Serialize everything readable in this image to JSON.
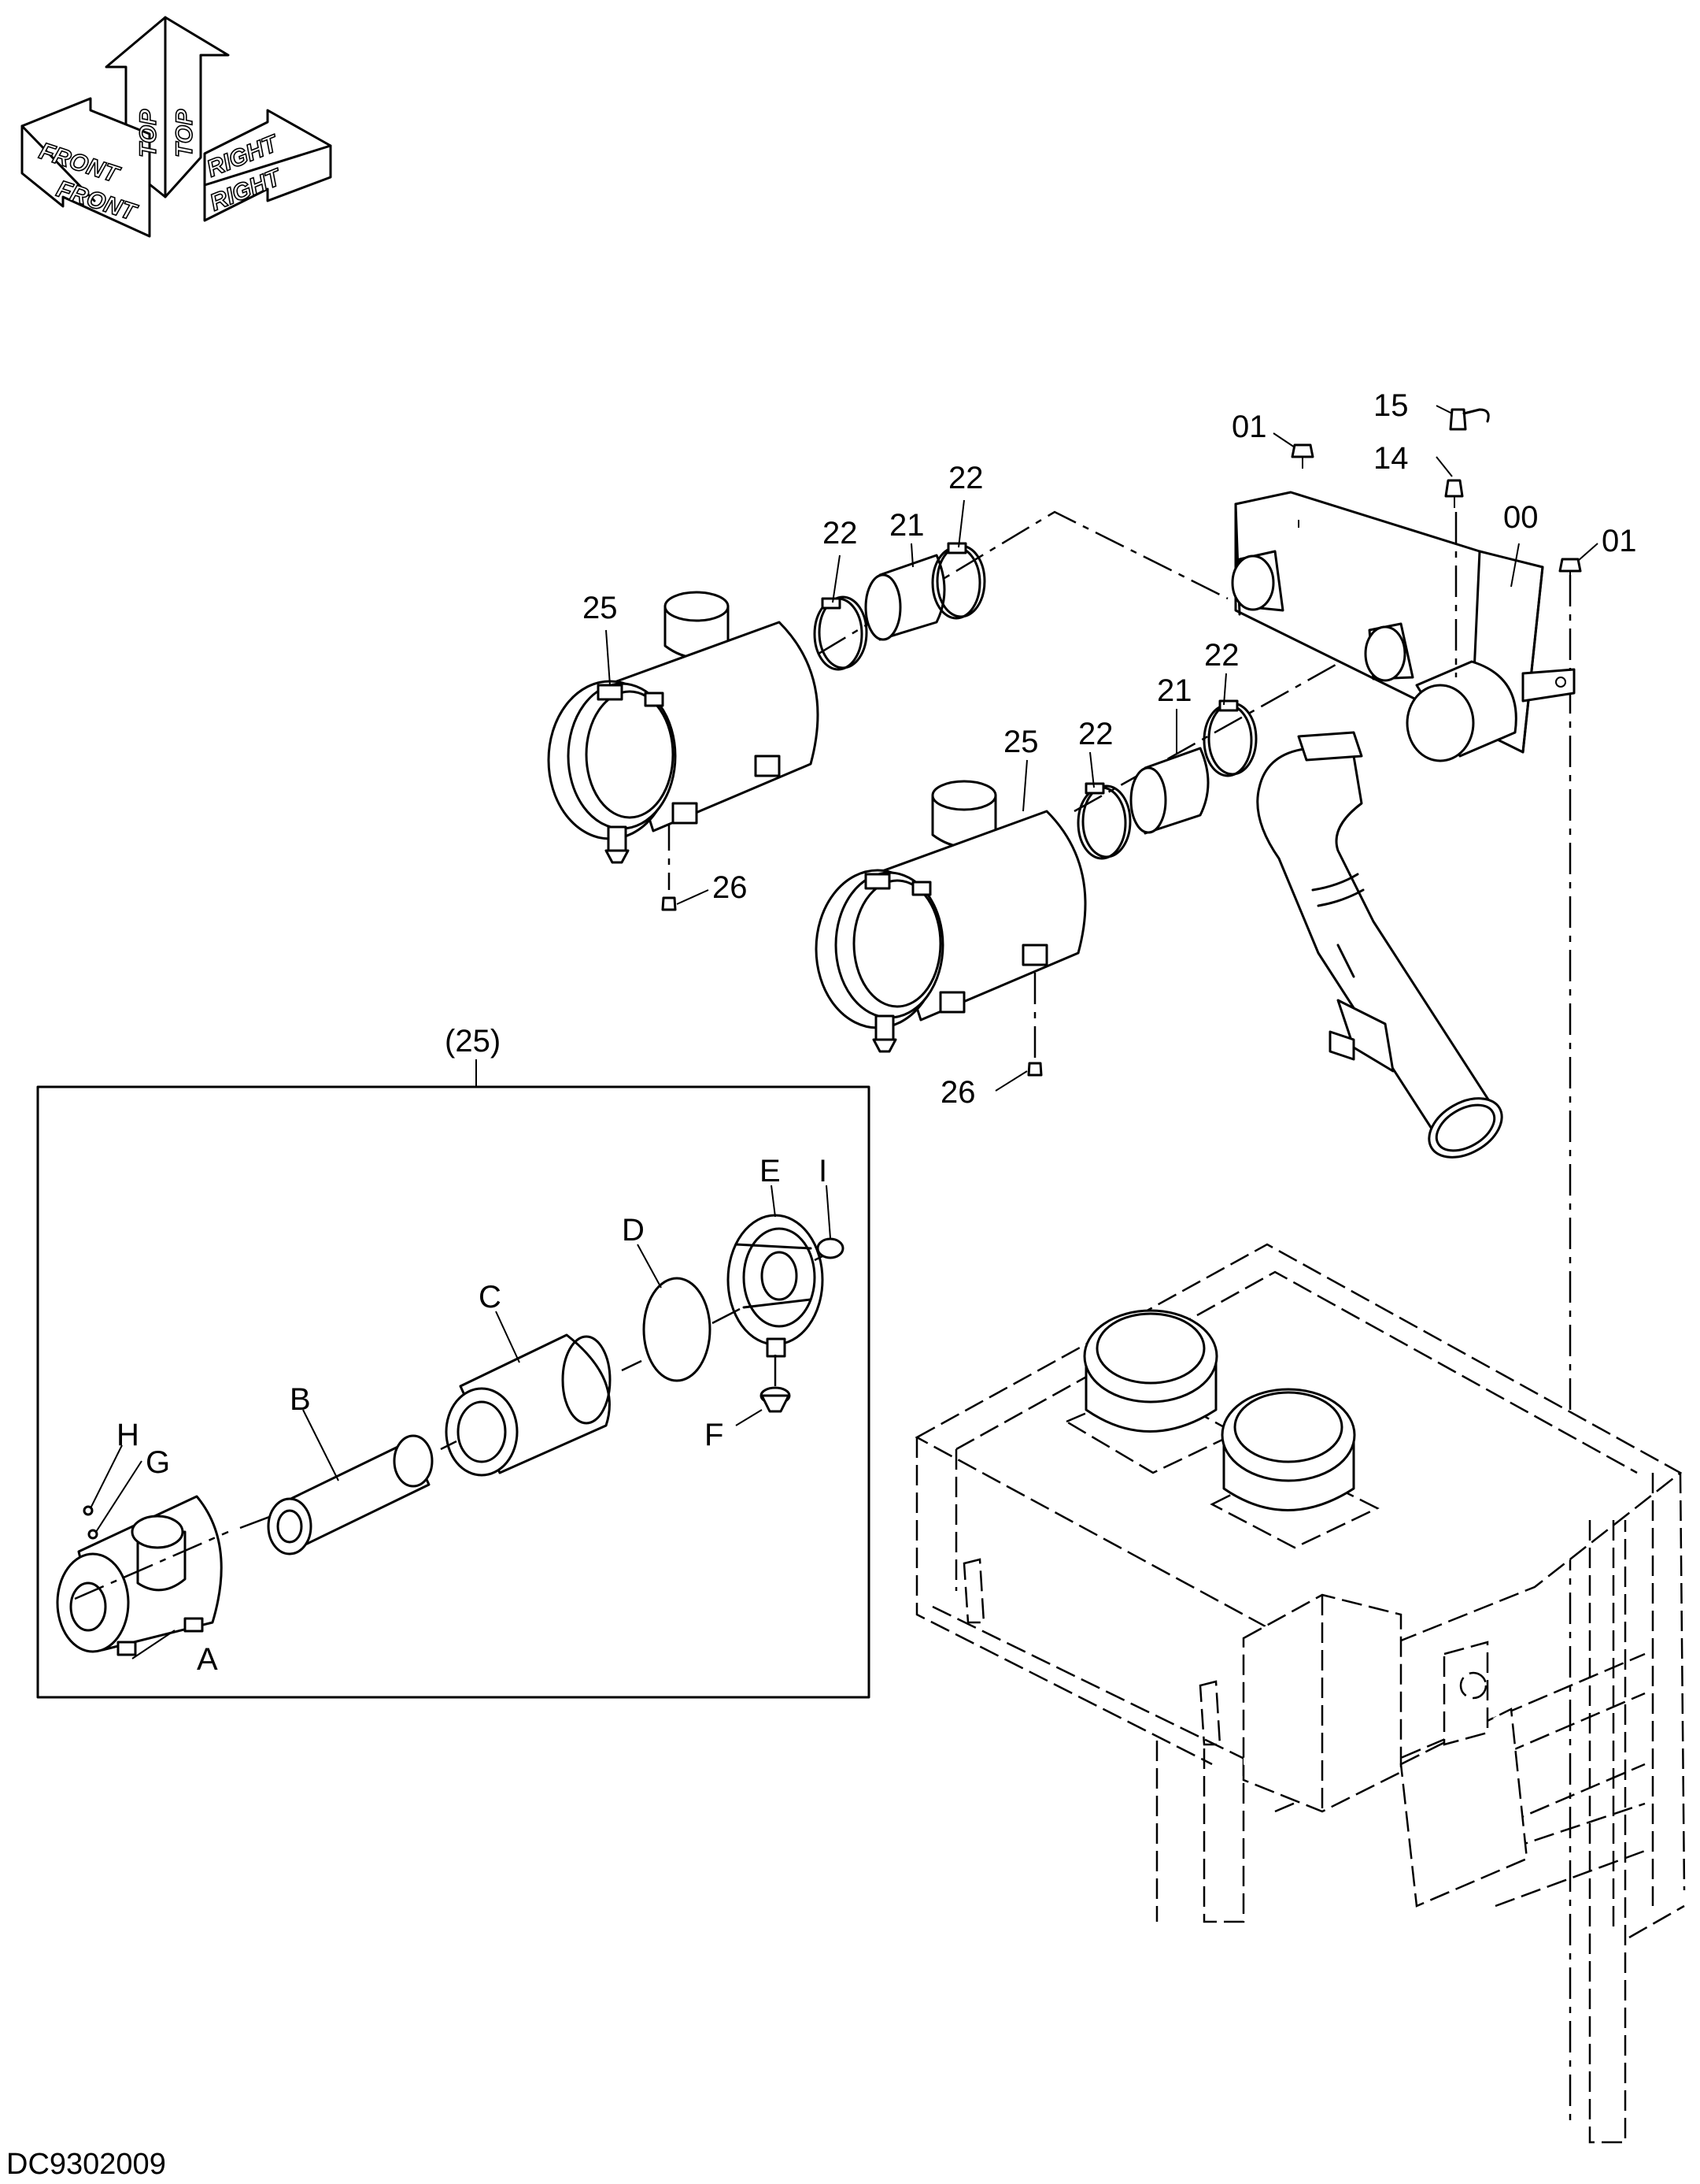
{
  "orientation": {
    "front": "FRONT",
    "top": "TOP",
    "right": "RIGHT"
  },
  "callouts": {
    "c_00": "00",
    "c_01_left": "01",
    "c_01_right": "01",
    "c_14": "14",
    "c_15": "15",
    "c_21_upper": "21",
    "c_21_lower": "21",
    "c_22_upper_left": "22",
    "c_22_upper_right": "22",
    "c_22_lower_left": "22",
    "c_22_lower_right": "22",
    "c_25_upper": "25",
    "c_25_lower": "25",
    "c_26_upper": "26",
    "c_26_lower": "26"
  },
  "detail": {
    "title": "(25)",
    "parts": {
      "A": "A",
      "B": "B",
      "C": "C",
      "D": "D",
      "E": "E",
      "F": "F",
      "G": "G",
      "H": "H",
      "I": "I"
    }
  },
  "drawing_code": "DC9302009"
}
